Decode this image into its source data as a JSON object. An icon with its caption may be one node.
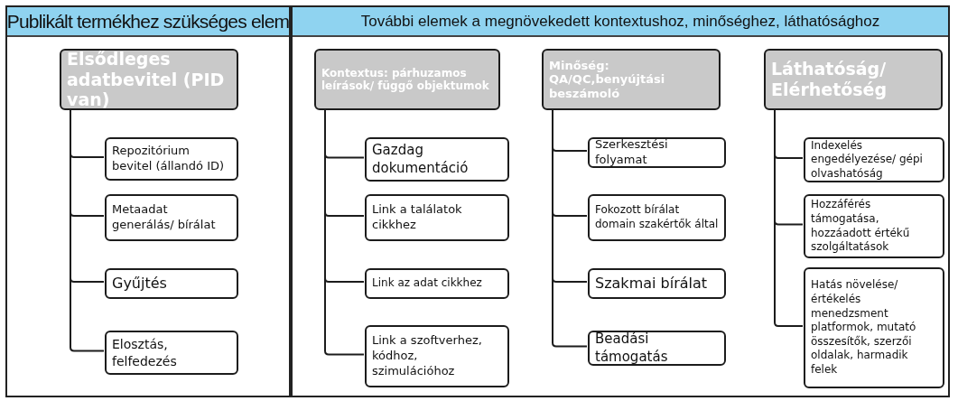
{
  "diagram": {
    "nodes": [
      {
        "text": [
          "Publikált termékhez szükséges elem"
        ]
      },
      {
        "text": [
          "További elemek a megnövekedett kontextushoz, minőséghez, láthatósághoz"
        ]
      },
      {
        "text": [
          "Elsődleges adatbevitel (PID van)"
        ],
        "in": 0
      },
      {
        "text": [
          "Repozitórium bevitel (állandó ID)"
        ],
        "in": 0
      },
      {
        "text": [
          "Metaadat generálás/ bírálat"
        ],
        "in": 0
      },
      {
        "text": [
          "Gyűjtés"
        ],
        "in": 0
      },
      {
        "text": [
          "Elosztás, felfedezés"
        ],
        "in": 0
      },
      {
        "text": [
          "**Kontextus:** párhuzamos leírások/ függő objektumok"
        ],
        "in": 1
      },
      {
        "text": [
          "Gazdag dokumentáció"
        ],
        "in": 1
      },
      {
        "text": [
          "Link a találatok cikkhez"
        ],
        "in": 1
      },
      {
        "text": [
          "Link az adat cikkhez"
        ],
        "in": 1
      },
      {
        "text": [
          "Link a szoftverhez, kódhoz, szimulációhoz"
        ],
        "in": 1
      },
      {
        "text": [
          "**Minőség:** QA/QC,benyújtási beszámoló"
        ],
        "in": 1
      },
      {
        "text": [
          "Szerkesztési folyamat"
        ],
        "in": 1
      },
      {
        "text": [
          "Fokozott bírálat domain szakértők által"
        ],
        "in": 1
      },
      {
        "text": [
          "Szakmai bírálat"
        ],
        "in": 1
      },
      {
        "text": [
          "Beadási támogatás"
        ],
        "in": 1
      },
      {
        "text": [
          "Láthatóság/ Elérhetőség"
        ],
        "in": 1
      },
      {
        "text": [
          "Indexelés engedélyezése/ gépi olvashatóság"
        ],
        "in": 1
      },
      {
        "text": [
          "Hozzáférés támogatása, hozzáadott értékű szolgáltatások"
        ],
        "in": 1
      },
      {
        "text": [
          "Hatás növelése/ értékelés menedzsment platformok, mutató összesítők, szerzői oldalak, harmadik felek"
        ],
        "in": 1
      }
    ],
    "edges": [
      {
        "from": 2,
        "to": 3,
        "arrow": "none"
      },
      {
        "from": 2,
        "to": 4,
        "arrow": "none"
      },
      {
        "from": 2,
        "to": 5,
        "arrow": "none"
      },
      {
        "from": 2,
        "to": 6,
        "arrow": "none"
      },
      {
        "from": 7,
        "to": 8,
        "arrow": "none"
      },
      {
        "from": 7,
        "to": 9,
        "arrow": "none"
      },
      {
        "from": 7,
        "to": 10,
        "arrow": "none"
      },
      {
        "from": 7,
        "to": 11,
        "arrow": "none"
      },
      {
        "from": 12,
        "to": 13,
        "arrow": "none"
      },
      {
        "from": 12,
        "to": 14,
        "arrow": "none"
      },
      {
        "from": 12,
        "to": 15,
        "arrow": "none"
      },
      {
        "from": 12,
        "to": 16,
        "arrow": "none"
      },
      {
        "from": 17,
        "to": 18,
        "arrow": "none"
      },
      {
        "from": 17,
        "to": 19,
        "arrow": "none"
      },
      {
        "from": 17,
        "to": 20,
        "arrow": "none"
      }
    ]
  }
}
